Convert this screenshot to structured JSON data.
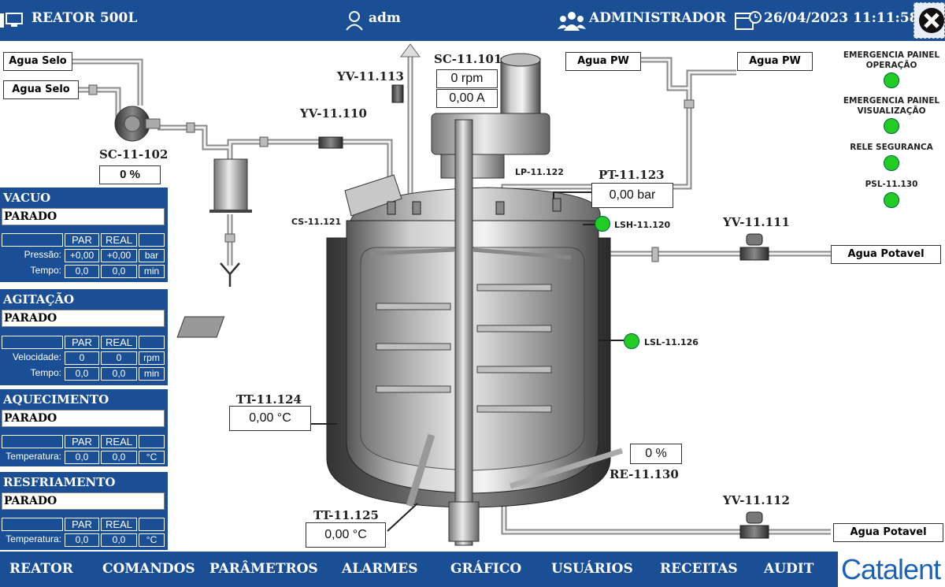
{
  "header": {
    "title": "REATOR 500L",
    "user": "adm",
    "role": "ADMINISTRADOR",
    "datetime": "26/04/2023 11:11:58"
  },
  "nav": [
    "REATOR",
    "COMANDOS",
    "PARÂMETROS",
    "ALARMES",
    "GRÁFICO",
    "USUÁRIOS",
    "RECEITAS",
    "AUDIT"
  ],
  "logo": "Catalent",
  "panels": {
    "vacuo": {
      "title": "VACUO",
      "status": "PARADO",
      "col_par": "PAR",
      "col_real": "REAL",
      "rows": [
        {
          "label": "Pressão:",
          "par": "+0,00",
          "real": "+0,00",
          "unit": "bar"
        },
        {
          "label": "Tempo:",
          "par": "0,0",
          "real": "0,0",
          "unit": "min"
        }
      ]
    },
    "agitacao": {
      "title": "AGITAÇÃO",
      "status": "PARADO",
      "col_par": "PAR",
      "col_real": "REAL",
      "rows": [
        {
          "label": "Velocidade:",
          "par": "0",
          "real": "0",
          "unit": "rpm"
        },
        {
          "label": "Tempo:",
          "par": "0,0",
          "real": "0,0",
          "unit": "min"
        }
      ]
    },
    "aquecimento": {
      "title": "AQUECIMENTO",
      "status": "PARADO",
      "col_par": "PAR",
      "col_real": "REAL",
      "rows": [
        {
          "label": "Temperatura:",
          "par": "0,0",
          "real": "0,0",
          "unit": "°C"
        }
      ]
    },
    "resfriamento": {
      "title": "RESFRIAMENTO",
      "status": "PARADO",
      "col_par": "PAR",
      "col_real": "REAL",
      "rows": [
        {
          "label": "Temperatura:",
          "par": "0,0",
          "real": "0,0",
          "unit": "°C"
        }
      ]
    }
  },
  "inlets": {
    "agua_selo_1": "Agua Selo",
    "agua_selo_2": "Agua Selo",
    "agua_pw_1": "Agua PW",
    "agua_pw_2": "Agua PW",
    "agua_potavel_1": "Agua Potavel",
    "agua_potavel_2": "Agua Potavel"
  },
  "instruments": {
    "sc_11_102": {
      "tag": "SC-11-102",
      "value": "0 %"
    },
    "yv_11_113": "YV-11.113",
    "sc_11_101": {
      "tag": "SC-11.101",
      "rpm": "0 rpm",
      "amps": "0,00 A"
    },
    "yv_11_110": "YV-11.110",
    "lp_11_122": "LP-11.122",
    "pt_11_123": {
      "tag": "PT-11.123",
      "value": "0,00 bar"
    },
    "cs_11_121": "CS-11.121",
    "lsh_11_120": "LSH-11.120",
    "yv_11_111": "YV-11.111",
    "lsl_11_126": "LSL-11.126",
    "tt_11_124": {
      "tag": "TT-11.124",
      "value": "0,00 °C"
    },
    "re_11_130": {
      "tag": "RE-11.130",
      "value": "0 %"
    },
    "tt_11_125": {
      "tag": "TT-11.125",
      "value": "0,00 °C"
    },
    "yv_11_112": "YV-11.112"
  },
  "safety": [
    {
      "label": "EMERGENCIA PAINEL OPERAÇÃO",
      "color": "#22cc22"
    },
    {
      "label": "EMERGENCIA PAINEL VISUALIZAÇÃO",
      "color": "#22cc22"
    },
    {
      "label": "RELE SEGURANCA",
      "color": "#22cc22"
    },
    {
      "label": "PSL-11.130",
      "color": "#22cc22"
    }
  ],
  "colors": {
    "header_bg": "#1b4f95",
    "led_on": "#22cc22",
    "brand": "#1b63b8"
  }
}
